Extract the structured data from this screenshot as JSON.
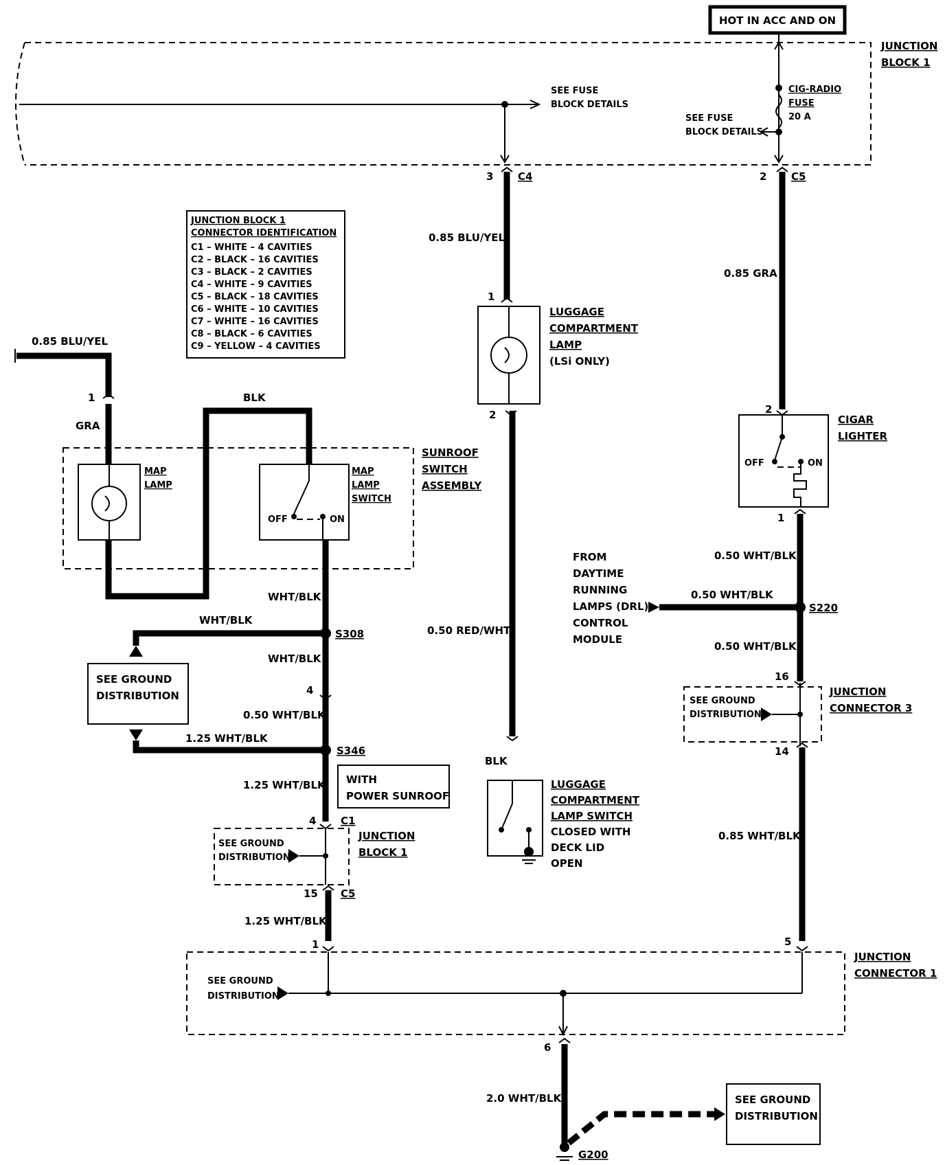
{
  "header": {
    "hot_label": "HOT IN ACC AND ON"
  },
  "junction_block_1": {
    "label_line1": "JUNCTION",
    "label_line2": "BLOCK 1",
    "see_fuse_left_1": "SEE FUSE",
    "see_fuse_left_2": "BLOCK DETAILS",
    "see_fuse_right_1": "SEE FUSE",
    "see_fuse_right_2": "BLOCK DETAILS",
    "fuse_line1": "CIG-RADIO",
    "fuse_line2": "FUSE",
    "fuse_line3": "20 A"
  },
  "connectors": {
    "c4_pin": "3",
    "c4": "C4",
    "c5_pin": "2",
    "c5": "C5"
  },
  "connector_id": {
    "title1": "JUNCTION BLOCK 1",
    "title2": "CONNECTOR IDENTIFICATION",
    "rows": [
      "C1 – WHITE – 4 CAVITIES",
      "C2 – BLACK – 16 CAVITIES",
      "C3 – BLACK – 2 CAVITIES",
      "C4 – WHITE – 9 CAVITIES",
      "C5 – BLACK – 18 CAVITIES",
      "C6 – WHITE – 10 CAVITIES",
      "C7 – WHITE – 16 CAVITIES",
      "C8 – BLACK – 6 CAVITIES",
      "C9 – YELLOW – 4 CAVITIES"
    ]
  },
  "wires": {
    "blu_yel_mid": "0.85 BLU/YEL",
    "gra_right": "0.85 GRA",
    "blu_yel_left": "0.85 BLU/YEL",
    "gra_left": "GRA",
    "blk_top": "BLK",
    "red_wht": "0.50 RED/WHT",
    "blk_lower": "BLK",
    "wht_blk_1": "WHT/BLK",
    "wht_blk_2": "WHT/BLK",
    "wht_blk_3": "WHT/BLK",
    "wht_blk_050": "0.50 WHT/BLK",
    "wht_blk_125a": "1.25 WHT/BLK",
    "wht_blk_125b": "1.25 WHT/BLK",
    "wht_blk_125c": "1.25 WHT/BLK",
    "r_050a": "0.50 WHT/BLK",
    "r_050b": "0.50 WHT/BLK",
    "r_050c": "0.50 WHT/BLK",
    "r_085": "0.85 WHT/BLK",
    "gnd_20": "2.0 WHT/BLK"
  },
  "pins": {
    "lug_top": "1",
    "lug_bot": "2",
    "cig_top": "2",
    "cig_bot": "1",
    "map_top": "1",
    "s308_pin": "4",
    "c1_pin": "4",
    "c1": "C1",
    "c5b_pin": "15",
    "c5b": "C5",
    "jc1_left": "1",
    "jc1_right": "5",
    "jc1_bot": "6",
    "jc3_top": "16",
    "jc3_bot": "14"
  },
  "components": {
    "lug_lamp_1": "LUGGAGE",
    "lug_lamp_2": "COMPARTMENT",
    "lug_lamp_3": "LAMP",
    "lug_lamp_4": "(LSi ONLY)",
    "cigar_1": "CIGAR",
    "cigar_2": "LIGHTER",
    "cig_off": "OFF",
    "cig_on": "ON",
    "map_lamp_1": "MAP",
    "map_lamp_2": "LAMP",
    "map_sw_1": "MAP",
    "map_sw_2": "LAMP",
    "map_sw_3": "SWITCH",
    "sw_off": "OFF",
    "sw_on": "ON",
    "sunroof_1": "SUNROOF",
    "sunroof_2": "SWITCH",
    "sunroof_3": "ASSEMBLY",
    "lug_sw_1": "LUGGAGE",
    "lug_sw_2": "COMPARTMENT",
    "lug_sw_3": "LAMP SWITCH",
    "lug_sw_4": "CLOSED WITH",
    "lug_sw_5": "DECK LID",
    "lug_sw_6": "OPEN",
    "drl_1": "FROM",
    "drl_2": "DAYTIME",
    "drl_3": "RUNNING",
    "drl_4": "LAMPS (DRL)",
    "drl_5": "CONTROL",
    "drl_6": "MODULE"
  },
  "splices": {
    "s308": "S308",
    "s346": "S346",
    "s220": "S220",
    "g200": "G200"
  },
  "notes": {
    "see_ground_1a": "SEE GROUND",
    "see_ground_1b": "DISTRIBUTION",
    "with_1": "WITH",
    "with_2": "POWER SUNROOF",
    "jb1_lower_1": "JUNCTION",
    "jb1_lower_2": "BLOCK 1",
    "jb1_gnd_1": "SEE GROUND",
    "jb1_gnd_2": "DISTRIBUTION",
    "jc3_1": "JUNCTION",
    "jc3_2": "CONNECTOR 3",
    "jc3_gnd_1": "SEE GROUND",
    "jc3_gnd_2": "DISTRIBUTION",
    "jc1_1": "JUNCTION",
    "jc1_2": "CONNECTOR 1",
    "jc1_gnd_1": "SEE GROUND",
    "jc1_gnd_2": "DISTRIBUTION",
    "g_gnd_1": "SEE GROUND",
    "g_gnd_2": "DISTRIBUTION"
  }
}
